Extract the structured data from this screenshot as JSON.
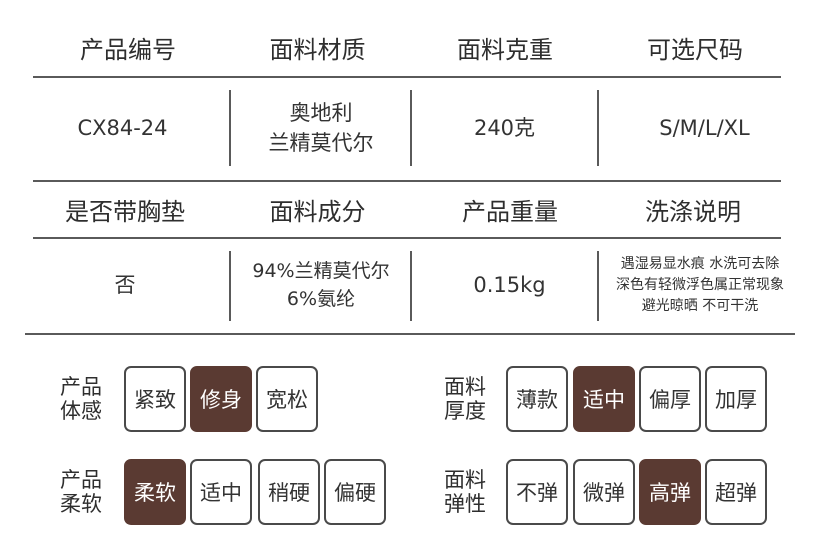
{
  "table": {
    "row1_headers": [
      "产品编号",
      "面料材质",
      "面料克重",
      "可选尺码"
    ],
    "row1_values": {
      "code": "CX84-24",
      "material_line1": "奥地利",
      "material_line2": "兰精莫代尔",
      "weight": "240克",
      "sizes": "S/M/L/XL"
    },
    "row2_headers": [
      "是否带胸垫",
      "面料成分",
      "产品重量",
      "洗涤说明"
    ],
    "row2_values": {
      "pad": "否",
      "composition_line1": "94%兰精莫代尔",
      "composition_line2": "6%氨纶",
      "product_weight": "0.15kg",
      "wash_line1": "遇湿易显水痕 水洗可去除",
      "wash_line2": "深色有轻微浮色属正常现象",
      "wash_line3": "避光晾晒 不可干洗"
    }
  },
  "attributes": {
    "fit": {
      "label_line1": "产品",
      "label_line2": "体感",
      "options": [
        "紧致",
        "修身",
        "宽松"
      ],
      "selected": "修身"
    },
    "thickness": {
      "label_line1": "面料",
      "label_line2": "厚度",
      "options": [
        "薄款",
        "适中",
        "偏厚",
        "加厚"
      ],
      "selected": "适中"
    },
    "softness": {
      "label_line1": "产品",
      "label_line2": "柔软",
      "options": [
        "柔软",
        "适中",
        "稍硬",
        "偏硬"
      ],
      "selected": "柔软"
    },
    "elasticity": {
      "label_line1": "面料",
      "label_line2": "弹性",
      "options": [
        "不弹",
        "微弹",
        "高弹",
        "超弹"
      ],
      "selected": "高弹"
    }
  },
  "colors": {
    "selected_bg": "#5a3a32",
    "border": "#4a4a4a",
    "line": "#5a5a5a"
  }
}
